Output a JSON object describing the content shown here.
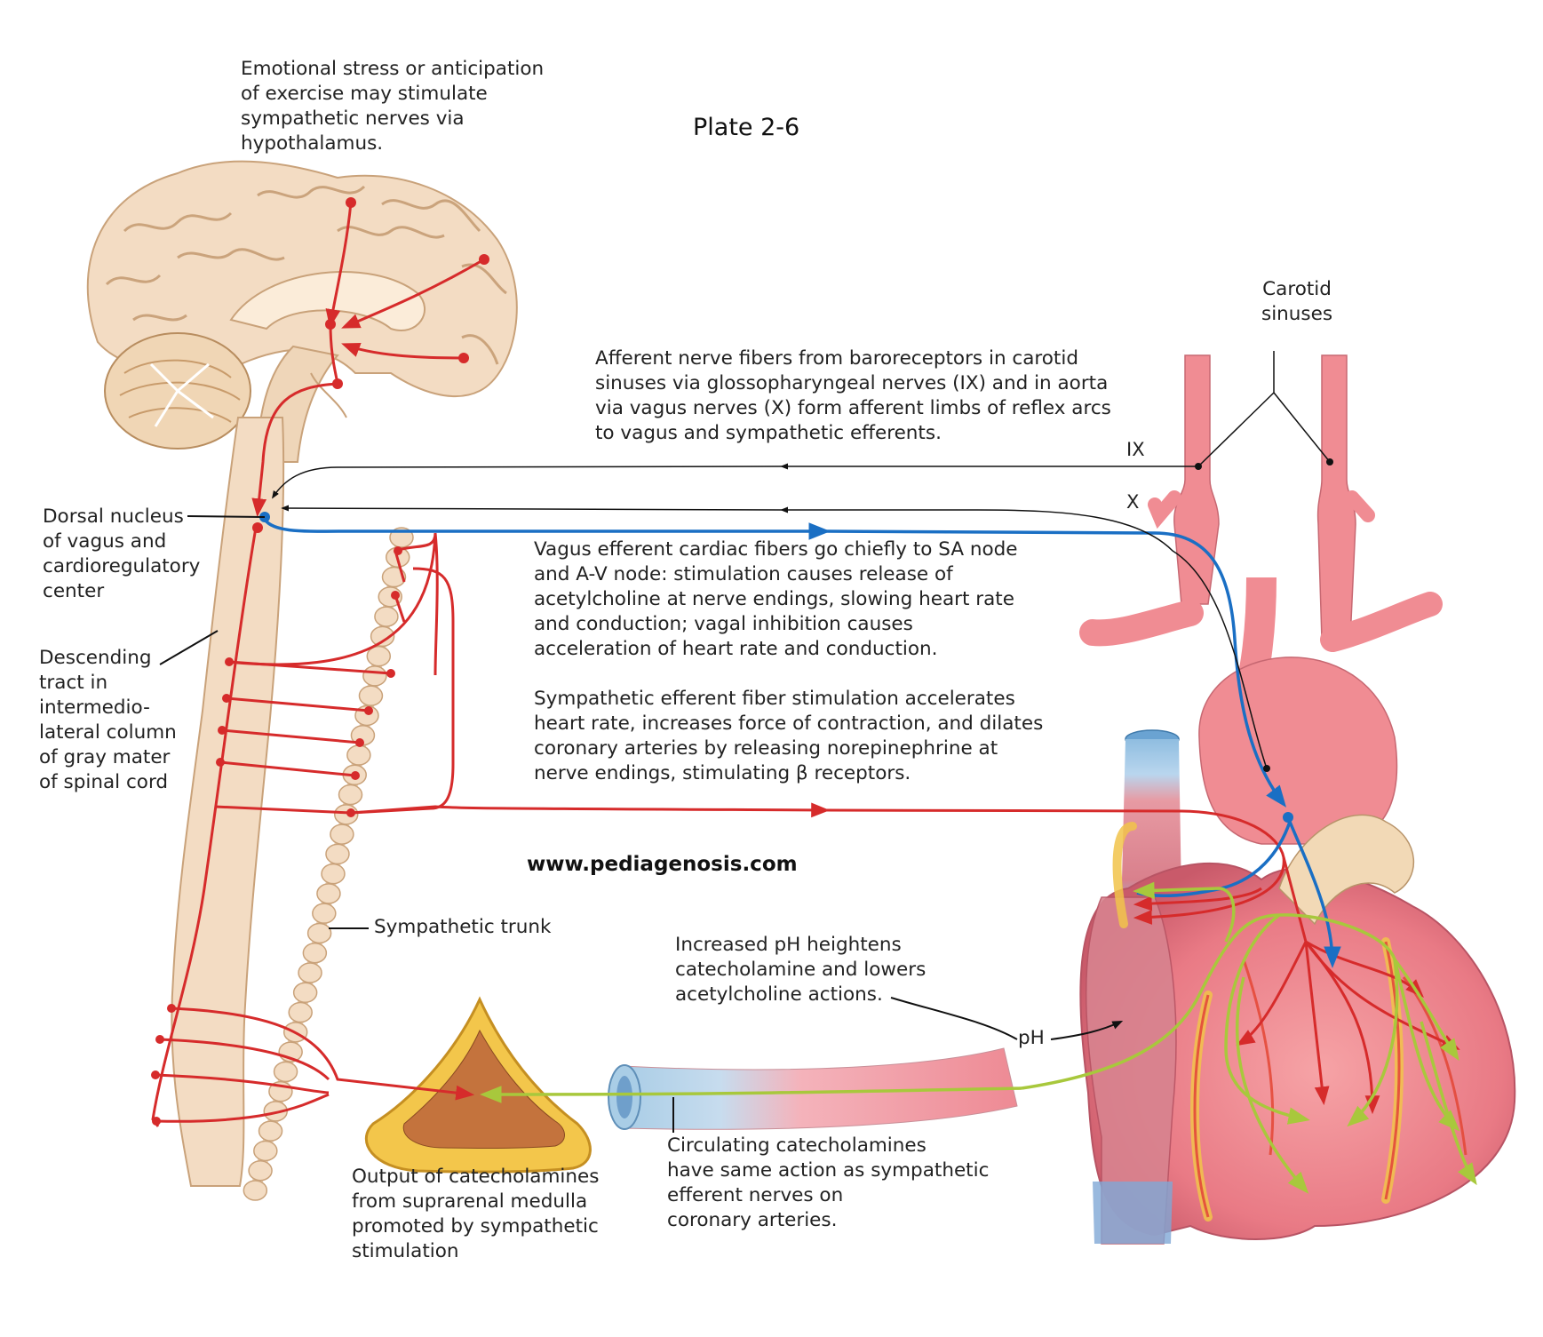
{
  "plate": "Plate 2-6",
  "website": "www.pediagenosis.com",
  "labels": {
    "emotional": "Emotional stress or anticipation\nof exercise may stimulate\nsympathetic nerves via\nhypothalamus.",
    "carotid": "Carotid\nsinuses",
    "afferent": "Afferent nerve fibers from baroreceptors in carotid\nsinuses via glossopharyngeal nerves (IX) and in aorta\nvia vagus nerves (X) form afferent limbs of reflex arcs\nto vagus and sympathetic efferents.",
    "ix": "IX",
    "x": "X",
    "dorsal": "Dorsal nucleus\nof vagus and\ncardioregulatory\ncenter",
    "vagus_efferent": "Vagus efferent cardiac fibers go chiefly to SA node\nand A-V node: stimulation causes release of\nacetylcholine at nerve endings, slowing heart rate\nand conduction; vagal inhibition causes\nacceleration of heart rate and conduction.",
    "descending": "Descending\ntract in\nintermedio-\nlateral column\nof gray mater\nof spinal cord",
    "sympathetic_efferent": "Sympathetic efferent fiber stimulation accelerates\nheart rate, increases force of contraction, and dilates\ncoronary arteries by releasing norepinephrine at\nnerve endings, stimulating β receptors.",
    "sympathetic_trunk": "Sympathetic trunk",
    "ph_text": "Increased pH heightens\ncatecholamine and lowers\nacetylcholine actions.",
    "ph": "pH",
    "output": "Output of catecholamines\nfrom suprarenal medulla\npromoted by sympathetic\nstimulation",
    "circulating": "Circulating catecholamines\nhave same action as sympathetic\nefferent nerves on\ncoronary arteries."
  },
  "colors": {
    "sympathetic": "#d62b2b",
    "vagus": "#1a6fc4",
    "afferent": "#111111",
    "catecholamine": "#a8c83c",
    "tissue": "#f3dcc3",
    "vessel": "#f0828a"
  }
}
